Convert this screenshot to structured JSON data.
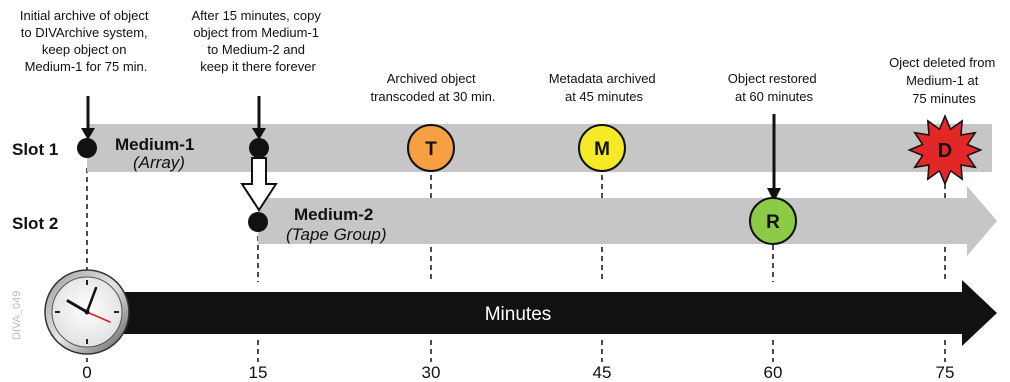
{
  "slots": {
    "slot1": "Slot 1",
    "slot2": "Slot 2"
  },
  "medium1": {
    "title": "Medium-1",
    "subtitle": "(Array)"
  },
  "medium2": {
    "title": "Medium-2",
    "subtitle": "(Tape Group)"
  },
  "timeline": {
    "label": "Minutes",
    "ticks": [
      "0",
      "15",
      "30",
      "45",
      "60",
      "75"
    ]
  },
  "watermark": "DIVA_049",
  "annotations": {
    "initial_archive": [
      "Initial archive of object",
      "to DIVArchive system,",
      "keep object on",
      "Medium-1 for 75 min."
    ],
    "copy_after_15": [
      "After 15 minutes, copy",
      "object from Medium-1",
      "to Medium-2 and",
      "keep it there forever"
    ],
    "transcode": [
      "Archived object",
      "transcoded at 30 min."
    ],
    "metadata": [
      "Metadata archived",
      "at 45 minutes"
    ],
    "restore": [
      "Object restored",
      "at 60 minutes"
    ],
    "deleted": [
      "Oject deleted from",
      "Medium-1 at",
      "75 minutes"
    ]
  },
  "markers": {
    "transcode": {
      "letter": "T",
      "color": "#f7a043"
    },
    "metadata": {
      "letter": "M",
      "color": "#f6ea27"
    },
    "restore": {
      "letter": "R",
      "color": "#8ccb46"
    },
    "delete": {
      "letter": "D",
      "color": "#e32626"
    }
  },
  "colors": {
    "medium_bar": "#c6c6c6",
    "minutes_bar": "#111111"
  }
}
